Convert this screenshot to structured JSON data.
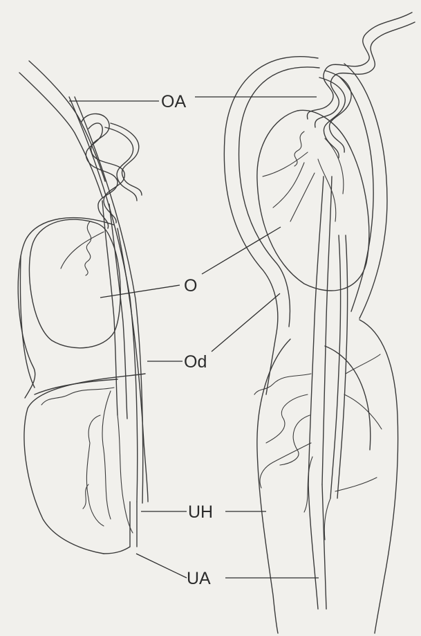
{
  "figure": {
    "labels": {
      "oa": "OA",
      "o": "O",
      "od": "Od",
      "uh": "UH",
      "ua": "UA"
    },
    "colors": {
      "paper": "#f1f0ec",
      "ink": "#3a3a3a"
    }
  }
}
